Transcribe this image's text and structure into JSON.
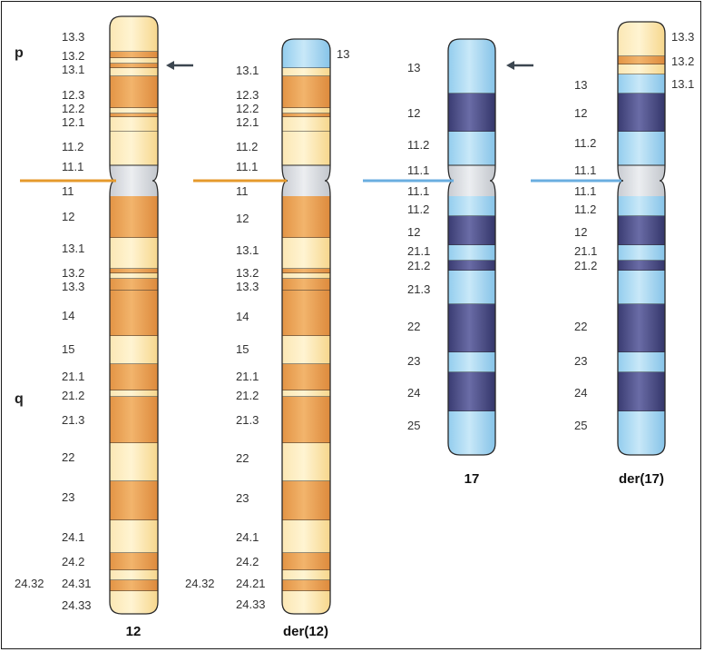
{
  "arm_labels": {
    "p": "p",
    "q": "q"
  },
  "colors": {
    "orange_light": "#fde6a8",
    "orange_dark": "#eaa257",
    "blue_light": "#a9d8f3",
    "blue_dark": "#474982",
    "centromere": "#d4d8de",
    "line_orange": "#e59a2c",
    "line_blue": "#6aaee0",
    "arrow": "#3c4650"
  },
  "chromosomes": [
    {
      "name": "12",
      "labels": [
        "13.3",
        "13.2",
        "13.1",
        "12.3",
        "12.2",
        "12.1",
        "11.2",
        "11.1",
        "11",
        "12",
        "13.1",
        "13.2",
        "13.3",
        "14",
        "15",
        "21.1",
        "21.2",
        "21.3",
        "22",
        "23",
        "24.1",
        "24.2",
        "24.31",
        "24.33"
      ],
      "extra_label": "24.32"
    },
    {
      "name": "der(12)",
      "labels": [
        "13",
        "13.1",
        "12.3",
        "12.2",
        "12.1",
        "11.2",
        "11.1",
        "11",
        "12",
        "13.1",
        "13.2",
        "13.3",
        "14",
        "15",
        "21.1",
        "21.2",
        "21.3",
        "22",
        "23",
        "24.1",
        "24.2",
        "24.21",
        "24.33"
      ],
      "extra_label": "24.32"
    },
    {
      "name": "17",
      "labels": [
        "13",
        "12",
        "11.2",
        "11.1",
        "11.1",
        "11.2",
        "12",
        "21.1",
        "21.2",
        "21.3",
        "22",
        "23",
        "24",
        "25"
      ]
    },
    {
      "name": "der(17)",
      "labels": [
        "13.3",
        "13.2",
        "13.1",
        "13",
        "12",
        "11.2",
        "11.1",
        "11.1",
        "11.2",
        "12",
        "21.1",
        "21.2",
        "22",
        "23",
        "24",
        "25"
      ]
    }
  ]
}
